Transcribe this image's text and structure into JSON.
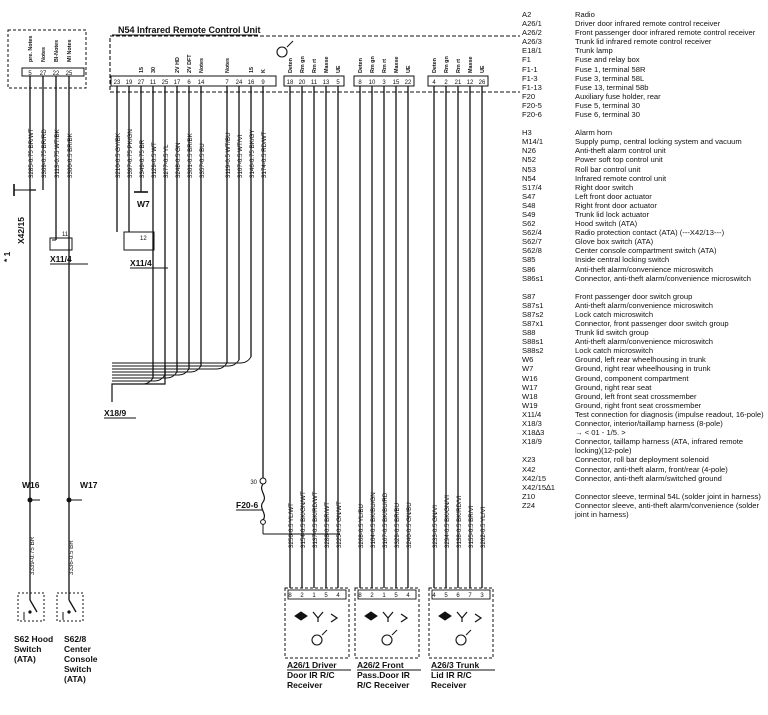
{
  "diagram": {
    "n54_title": "N54 Infrared Remote Control Unit",
    "left_block_headers": [
      "pre. Notes",
      "Notes",
      "BI-Notes",
      "Ml Notes"
    ],
    "left_block_pins": [
      "5",
      "27",
      "22",
      "25"
    ],
    "left_wires": [
      "3285-0.75 BR/WT",
      "3309-0.75 BR/RD",
      "3113-0.75 WT/BK",
      "3300-0.5 BR/BK"
    ],
    "x42_label": "X42/15",
    "x42_star": "* 1",
    "x11_left_label": "X11/4",
    "x11_left_num": "11",
    "w16_label": "W16",
    "w17_label": "W17",
    "w16_wire": "3339-0.75 BR",
    "w17_wire": "3336-0.5 BR",
    "s62_label": [
      "S62 Hood",
      "Switch",
      "(ATA)"
    ],
    "s628_label": [
      "S62/8",
      "Center",
      "Console",
      "Switch",
      "(ATA)"
    ],
    "n54_pins": [
      "23",
      "19",
      "27",
      "11",
      "25",
      "17",
      "6",
      "14",
      "7",
      "24",
      "16",
      "9"
    ],
    "n54_pin_labels": [
      "",
      "",
      "15",
      "30",
      "",
      "2V HD",
      "2V DFT",
      "Notes",
      "Notes",
      "",
      "15",
      "K"
    ],
    "n54_wires": [
      "3210-0.5 GY/BK",
      "3397-0.75 PK/GN",
      "3349-0.75 BR",
      "3129-0.5 WT",
      "3277-0.5 YL",
      "3248-0.5 GN",
      "3301-0.5 BR/BK",
      "3357-0.5 BU",
      "3119-0.5 WT/BU",
      "3107-0.5 WT/VI",
      "3146-0.75 BK/GY",
      "3174-0.5 RD/WT"
    ],
    "w7_label": "W7",
    "x11_mid_label": "X11/4",
    "x11_mid_num": "12",
    "x189_label": "X18/9",
    "f206_label": "F20-6",
    "f206_pin": "30",
    "group1_pins": [
      "18",
      "20",
      "11",
      "13",
      "5"
    ],
    "group2_pins": [
      "8",
      "10",
      "3",
      "15",
      "22"
    ],
    "group3_pins": [
      "4",
      "2",
      "21",
      "12",
      "26"
    ],
    "group_headers": [
      "Deten",
      "Rm gn",
      "Rm rt",
      "Masse",
      "UE"
    ],
    "group1_wires": [
      "3256-0.5 YL/WT",
      "3154-0.5 BK/GN/WT",
      "3137-0.5 BK/RD/WT",
      "3288-0.5 BR/WT",
      "3225-0.5 GN/WT"
    ],
    "group2_wires": [
      "3268-0.5 YL/BU",
      "3164-0.5 BK/BU/GN",
      "3167-0.5 BK/BU/RD",
      "3329-0.5 BR/BU",
      "3240-0.5 GN/BU"
    ],
    "group3_wires": [
      "3233-0.5 GN/VI",
      "3294-0.5 BK/GN/VI",
      "3138-0.5 BK/RD/VI",
      "3155-0.5 BR/VI",
      "3262-0.5 YL/VI"
    ],
    "receiver1_pins": [
      "8",
      "2",
      "1",
      "5",
      "4"
    ],
    "receiver2_pins": [
      "8",
      "2",
      "1",
      "5",
      "4"
    ],
    "receiver3_pins": [
      "4",
      "5",
      "6",
      "7",
      "3"
    ],
    "receiver1_label": [
      "A26/1 Driver",
      "Door IR R/C",
      "Receiver"
    ],
    "receiver2_label": [
      "A26/2 Front",
      "Pass.Door IR",
      "R/C Receiver"
    ],
    "receiver3_label": [
      "A26/3 Trunk",
      "Lid IR R/C",
      "Receiver"
    ]
  },
  "legend": [
    {
      "code": "A2",
      "desc": "Radio"
    },
    {
      "code": "A26/1",
      "desc": "Driver door infrared remote control receiver"
    },
    {
      "code": "A26/2",
      "desc": "Front passenger door infrared remote control receiver"
    },
    {
      "code": "A26/3",
      "desc": "Trunk lid infrared remote control receiver"
    },
    {
      "code": "E18/1",
      "desc": "Trunk lamp"
    },
    {
      "code": "F1",
      "desc": "Fuse and relay box"
    },
    {
      "code": "F1-1",
      "desc": "Fuse 1, terminal 58R"
    },
    {
      "code": "F1-3",
      "desc": "Fuse 3, terminal 58L"
    },
    {
      "code": "F1-13",
      "desc": "Fuse 13, terminal 58b"
    },
    {
      "code": "F20",
      "desc": "Auxiliary fuse holder, rear"
    },
    {
      "code": "F20-5",
      "desc": "Fuse 5, terminal 30"
    },
    {
      "code": "F20-6",
      "desc": "Fuse 6, terminal 30"
    },
    {
      "gap": true
    },
    {
      "code": "H3",
      "desc": "Alarm horn"
    },
    {
      "code": "M14/1",
      "desc": "Supply pump, central locking system and vacuum"
    },
    {
      "code": "N26",
      "desc": "Anti-theft alarm control unit"
    },
    {
      "code": "N52",
      "desc": "Power soft top control unit"
    },
    {
      "code": "N53",
      "desc": "Roll bar control unit"
    },
    {
      "code": "N54",
      "desc": "Infrared remote control unit"
    },
    {
      "code": "S17/4",
      "desc": "Right door switch"
    },
    {
      "code": "S47",
      "desc": "Left front door actuator"
    },
    {
      "code": "S48",
      "desc": "Right front door actuator"
    },
    {
      "code": "S49",
      "desc": "Trunk lid lock actuator"
    },
    {
      "code": "S62",
      "desc": "Hood switch (ATA)"
    },
    {
      "code": "S62/4",
      "desc": "Radio protection contact (ATA) (---X42/13---)"
    },
    {
      "code": "S62/7",
      "desc": "Glove box switch (ATA)"
    },
    {
      "code": "S62/8",
      "desc": "Center console compartment switch (ATA)"
    },
    {
      "code": "S85",
      "desc": "Inside central locking switch"
    },
    {
      "code": "S86",
      "desc": "Anti-theft alarm/convenience microswitch"
    },
    {
      "code": "S86s1",
      "desc": "Connector, anti-theft alarm/convenience microswitch"
    },
    {
      "gap": true
    },
    {
      "code": "S87",
      "desc": "Front passenger door switch group"
    },
    {
      "code": "S87s1",
      "desc": "Anti-theft alarm/convenience microswitch"
    },
    {
      "code": "S87s2",
      "desc": "Lock catch microswitch"
    },
    {
      "code": "S87x1",
      "desc": "Connector, front passenger door switch group"
    },
    {
      "code": "S88",
      "desc": "Trunk lid switch group"
    },
    {
      "code": "S88s1",
      "desc": "Anti-theft alarm/convenience microswitch"
    },
    {
      "code": "S88s2",
      "desc": "Lock catch microswitch"
    },
    {
      "code": "W6",
      "desc": "Ground, left rear wheelhousing in trunk"
    },
    {
      "code": "W7",
      "desc": "Ground, right rear wheelhousing in trunk"
    },
    {
      "code": "W16",
      "desc": "Ground, component compartment"
    },
    {
      "code": "W17",
      "desc": "Ground, right rear seat"
    },
    {
      "code": "W18",
      "desc": "Ground, left front seat crossmember"
    },
    {
      "code": "W19",
      "desc": "Ground, right front seat crossmember"
    },
    {
      "code": "X11/4",
      "desc": "Test connection for diagnosis (impulse readout, 16-pole)"
    },
    {
      "code": "X18/3",
      "desc": "Connector, interior/taillamp harness (8-pole)"
    },
    {
      "code": "X18∆3",
      "desc": "→ < 01 - 1/5. >"
    },
    {
      "code": "X18/9",
      "desc": "Connector, taillamp harness (ATA, infrared remote locking)(12-pole)"
    },
    {
      "code": "X23",
      "desc": "Connector, roll bar deployment solenoid"
    },
    {
      "code": "X42",
      "desc": "Connector, anti-theft alarm, front/rear (4-pole)"
    },
    {
      "code": "X42/15",
      "desc": "Connector, anti-theft alarm/switched ground"
    },
    {
      "code": "X42/15∆1",
      "desc": ""
    },
    {
      "code": "Z10",
      "desc": "Connector sleeve, terminal 54L (solder joint in harness)"
    },
    {
      "code": "Z24",
      "desc": "Connector sleeve, anti-theft alarm/convenience (solder joint in harness)"
    }
  ]
}
